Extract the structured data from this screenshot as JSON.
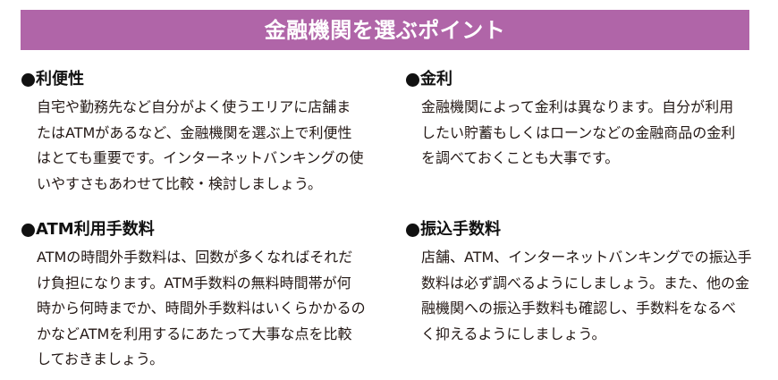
{
  "banner": {
    "title": "金融機関を選ぶポイント",
    "background_color": "#b065a8",
    "text_color": "#ffffff"
  },
  "sections": [
    {
      "id": "convenience",
      "bullet": "●",
      "heading": "利便性",
      "lines": [
        "自宅や勤務先など自分がよく使うエリアに店舗ま",
        "たはATMがあるなど、金融機関を選ぶ上で利便性",
        "はとても重要です。インターネットバンキングの使",
        "いやすさもあわせて比較・検討しましょう。"
      ]
    },
    {
      "id": "interest",
      "bullet": "●",
      "heading": "金利",
      "lines": [
        "金融機関によって金利は異なります。自分が利用",
        "したい貯蓄もしくはローンなどの金融商品の金利",
        "を調べておくことも大事です。"
      ]
    },
    {
      "id": "atm-fee",
      "bullet": "●",
      "heading": "ATM利用手数料",
      "lines": [
        "ATMの時間外手数料は、回数が多くなればそれだ",
        "け負担になります。ATM手数料の無料時間帯が何",
        "時から何時までか、時間外手数料はいくらかかるの",
        "かなどATMを利用するにあたって大事な点を比較",
        "しておきましょう。"
      ]
    },
    {
      "id": "transfer-fee",
      "bullet": "●",
      "heading": "振込手数料",
      "lines": [
        "店舗、ATM、インターネットバンキングでの振込手",
        "数料は必ず調べるようにしましょう。また、他の金",
        "融機関への振込手数料も確認し、手数料をなるべ",
        "く抑えるようにしましょう。"
      ]
    }
  ]
}
